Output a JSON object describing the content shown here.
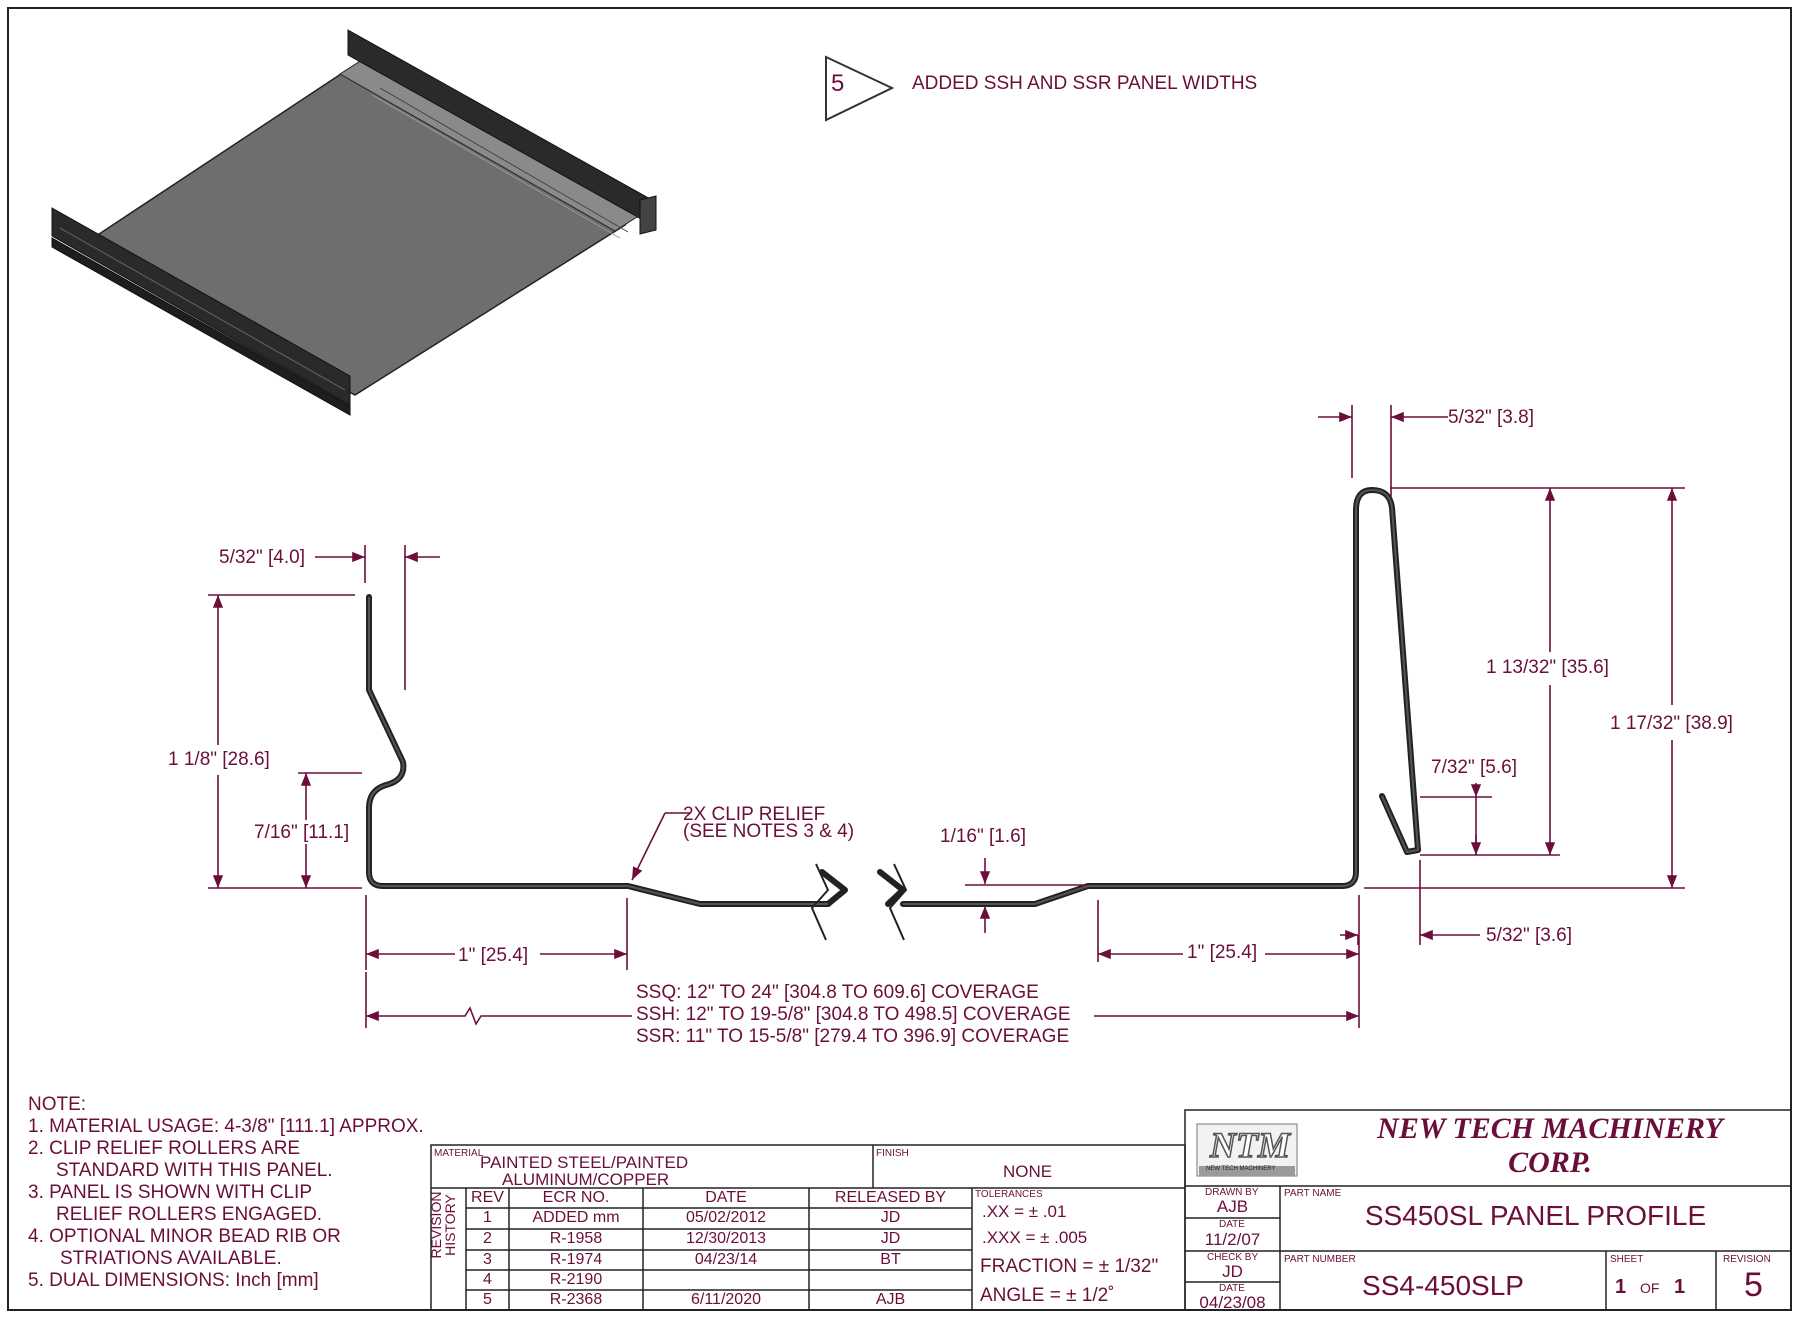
{
  "revision_callout": {
    "number": "5",
    "text": "ADDED SSH AND SSR PANEL WIDTHS"
  },
  "dimensions": {
    "left_top_gap": "5/32\" [4.0]",
    "left_height": "1 1/8\" [28.6]",
    "left_lower": "7/16\" [11.1]",
    "clip_relief_line1": "2X CLIP RELIEF",
    "clip_relief_line2": "(SEE NOTES 3 & 4)",
    "left_flat": "1\" [25.4]",
    "relief_depth": "1/16\" [1.6]",
    "right_flat": "1\" [25.4]",
    "right_top_gap": "5/32\" [3.8]",
    "right_inner_height": "1 13/32\" [35.6]",
    "right_total_height": "1 17/32\" [38.9]",
    "right_hook": "7/32\" [5.6]",
    "right_bottom_gap": "5/32\" [3.6]",
    "coverage_ssq": "SSQ:  12\" TO 24\" [304.8 TO 609.6] COVERAGE",
    "coverage_ssh": "SSH:  12\" TO 19-5/8\" [304.8 TO 498.5] COVERAGE",
    "coverage_ssr": "SSR:  11\" TO 15-5/8\" [279.4 TO 396.9] COVERAGE"
  },
  "notes": {
    "heading": "NOTE:",
    "n1": "1.  MATERIAL USAGE: 4-3/8\" [111.1] APPROX.",
    "n2a": "2. CLIP RELIEF ROLLERS ARE",
    "n2b": "STANDARD WITH THIS PANEL.",
    "n3a": "3.  PANEL IS SHOWN WITH CLIP",
    "n3b": "RELIEF ROLLERS ENGAGED.",
    "n4a": "4.  OPTIONAL MINOR BEAD RIB OR",
    "n4b": "STRIATIONS AVAILABLE.",
    "n5": "5.  DUAL DIMENSIONS: Inch [mm]"
  },
  "title_block": {
    "material_label": "MATERIAL",
    "material_line1": "PAINTED STEEL/PAINTED",
    "material_line2": "ALUMINUM/COPPER",
    "finish_label": "FINISH",
    "finish_value": "NONE",
    "revision_history_label": "REVISION HISTORY",
    "rev_headers": [
      "REV",
      "ECR NO.",
      "DATE",
      "RELEASED BY"
    ],
    "rev_rows": [
      [
        "1",
        "ADDED mm",
        "05/02/2012",
        "JD"
      ],
      [
        "2",
        "R-1958",
        "12/30/2013",
        "JD"
      ],
      [
        "3",
        "R-1974",
        "04/23/14",
        "BT"
      ],
      [
        "4",
        "R-2190",
        "",
        ""
      ],
      [
        "5",
        "R-2368",
        "6/11/2020",
        "AJB"
      ]
    ],
    "tolerances_label": "TOLERANCES",
    "tol_xx": ".XX = ± .01",
    "tol_xxx": ".XXX = ± .005",
    "tol_fraction": "FRACTION = ± 1/32\"",
    "tol_angle": "ANGLE = ± 1/2˚",
    "logo_text": "NTM",
    "logo_subtext": "NEW TECH MACHINERY",
    "company_line1": "NEW TECH MACHINERY",
    "company_line2": "CORP.",
    "drawn_by_label": "DRAWN BY",
    "drawn_by": "AJB",
    "date_label": "DATE",
    "drawn_date": "11/2/07",
    "check_by_label": "CHECK BY",
    "check_by": "JD",
    "check_date": "04/23/08",
    "part_name_label": "PART NAME",
    "part_name": "SS450SL PANEL PROFILE",
    "part_number_label": "PART NUMBER",
    "part_number": "SS4-450SLP",
    "sheet_label": "SHEET",
    "sheet_no": "1",
    "sheet_of": "OF",
    "sheet_total": "1",
    "revision_label": "REVISION",
    "revision": "5"
  },
  "colors": {
    "ink": "#6b0f3a",
    "profile": "#222222",
    "panel_fill": "#6e6e6e",
    "seam_dark": "#2a2a2a"
  }
}
